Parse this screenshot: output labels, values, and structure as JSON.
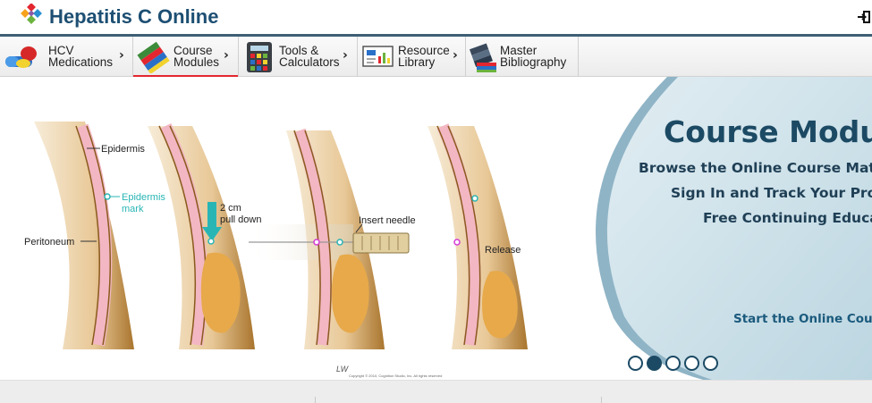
{
  "header": {
    "brand": "Hepatitis C Online",
    "colors": {
      "brand": "#1d4f73",
      "accent": "#e3262f",
      "nav_border": "#3e5f74"
    },
    "icons": {
      "logo": "diamond-cluster-logo-icon",
      "signin": "sign-in-icon"
    }
  },
  "nav": {
    "items": [
      {
        "line1": "HCV",
        "line2": "Medications",
        "icon": "pills-icon",
        "active": false
      },
      {
        "line1": "Course",
        "line2": "Modules",
        "icon": "book-stack-icon",
        "active": true
      },
      {
        "line1": "Tools &",
        "line2": "Calculators",
        "icon": "calculator-icon",
        "active": false
      },
      {
        "line1": "Resource",
        "line2": "Library",
        "icon": "presentation-board-icon",
        "active": false
      },
      {
        "line1": "Master",
        "line2": "Bibliography",
        "icon": "books-icon",
        "active": false
      }
    ],
    "chevron": "›"
  },
  "hero": {
    "illustration": {
      "label_epidermis": "Epidermis",
      "label_epidermis_mark_1": "Epidermis",
      "label_epidermis_mark_2": "mark",
      "label_peritoneum": "Peritoneum",
      "label_pull_1": "2 cm",
      "label_pull_2": "pull down",
      "label_insert": "Insert needle",
      "label_release": "Release",
      "signature": "LW",
      "copyright": "Copyright © 2010, Cognition Studio, Inc. All rights reserved"
    },
    "panel": {
      "title": "Course Module",
      "lines": [
        "Browse the Online Course Materi",
        "Sign In and Track Your Progr",
        "Free Continuing Educat"
      ],
      "cta": "Start the Online Cours"
    },
    "carousel": {
      "count": 5,
      "active_index": 1
    }
  }
}
